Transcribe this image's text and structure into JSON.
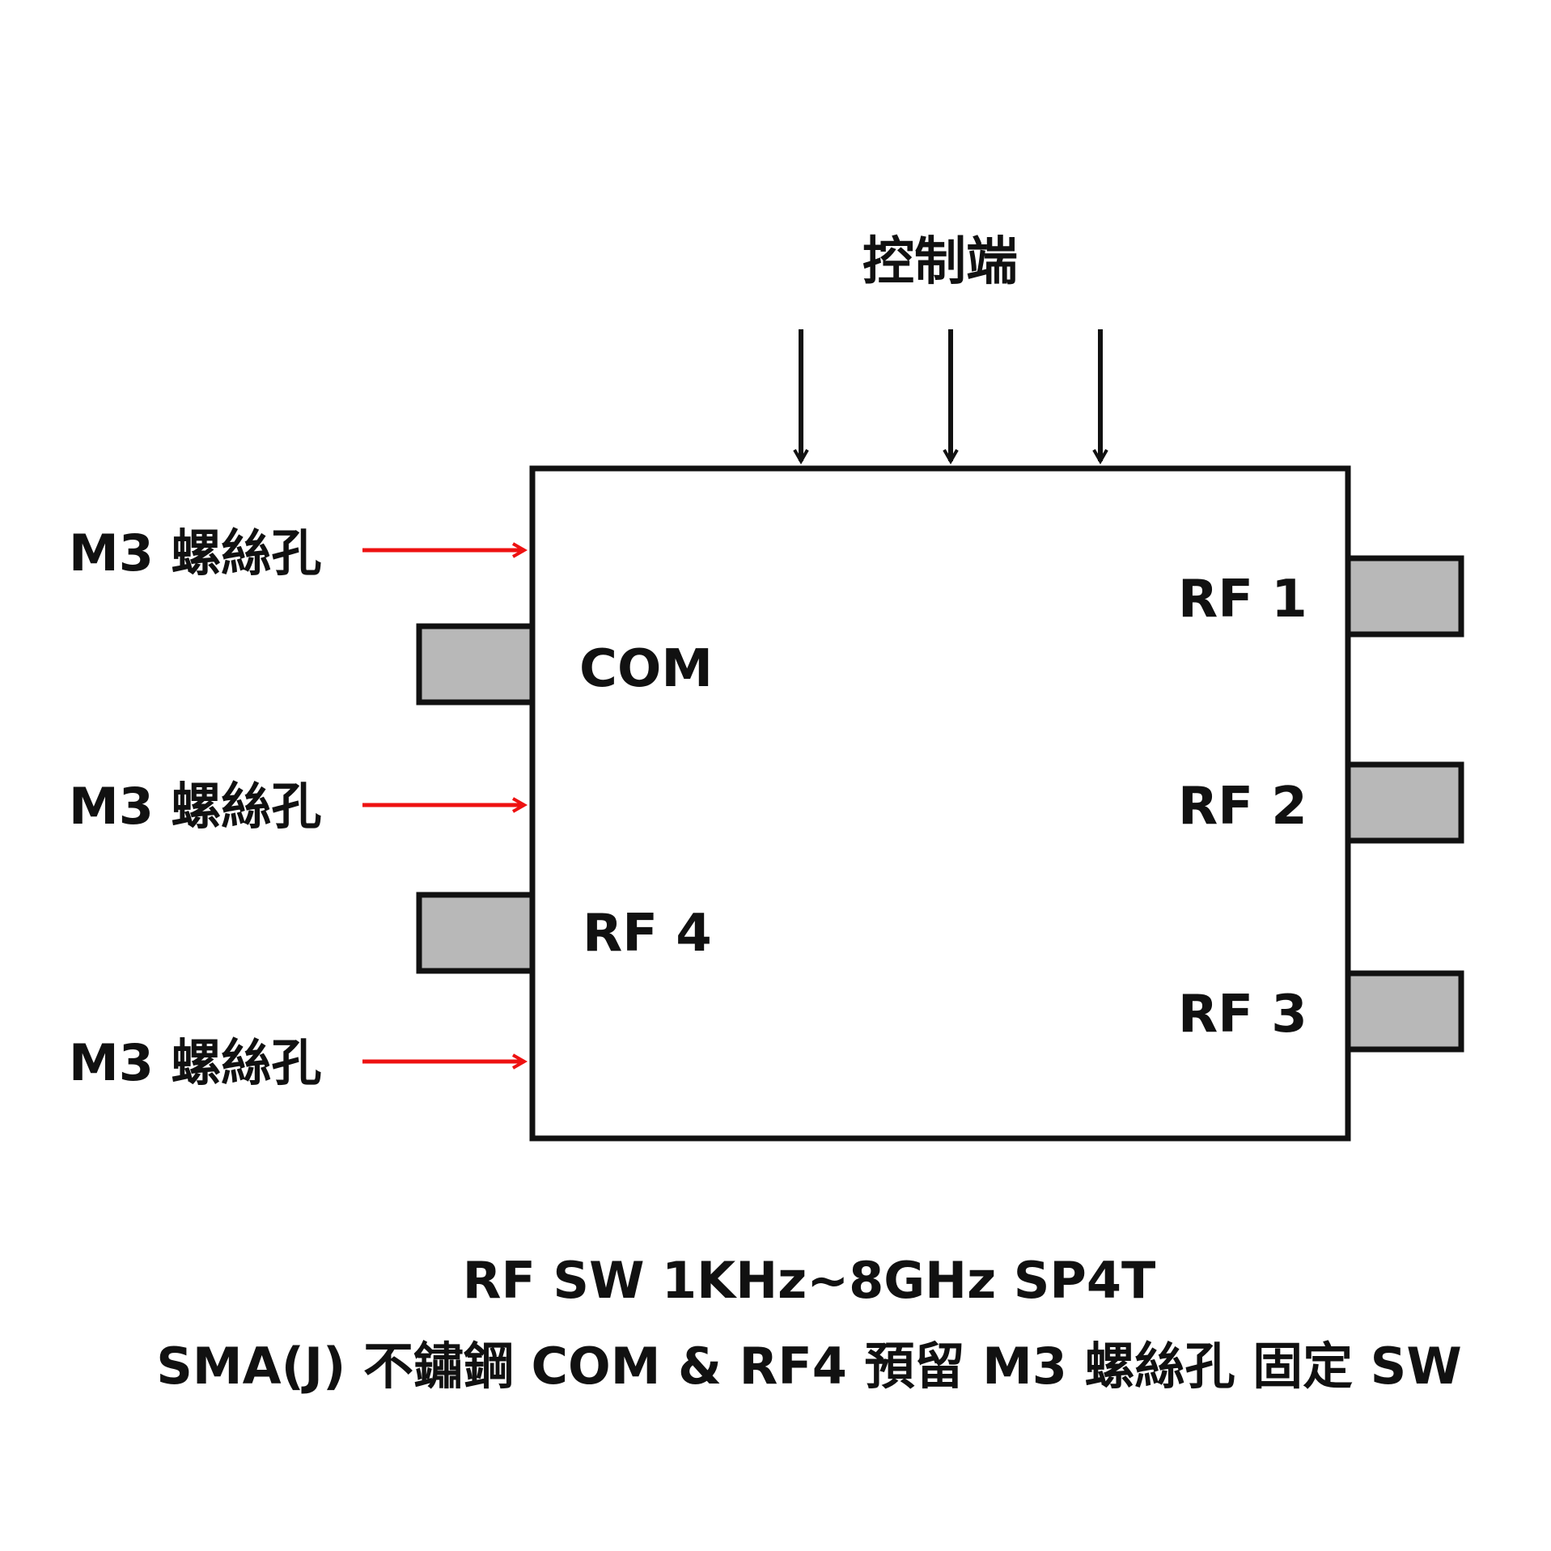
{
  "control": {
    "label": "控制端",
    "arrow_count": 3,
    "arrow_color": "#111111"
  },
  "mount_holes": {
    "labels": [
      "M3 螺絲孔",
      "M3 螺絲孔",
      "M3 螺絲孔"
    ],
    "arrow_color": "#ee1111"
  },
  "ports": {
    "left": [
      "COM",
      "RF 4"
    ],
    "right": [
      "RF 1",
      "RF 2",
      "RF 3"
    ],
    "connector_fill": "#b8b8b8",
    "outline_color": "#111111"
  },
  "caption": {
    "line1": "RF SW 1KHz~8GHz SP4T",
    "line2": "SMA(J) 不鏽鋼 COM & RF4 預留 M3 螺絲孔 固定 SW"
  }
}
